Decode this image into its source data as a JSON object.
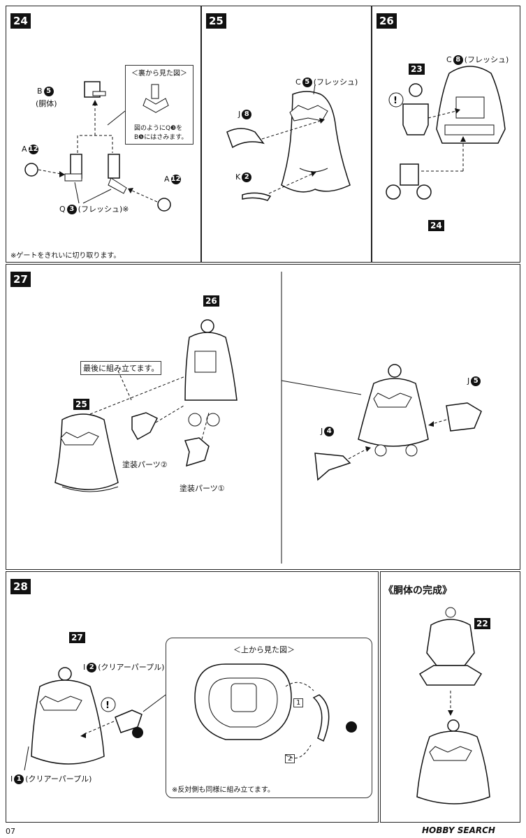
{
  "steps": {
    "s24": {
      "num": "24",
      "part_b": "B",
      "part_b_no": "5",
      "part_b_note": "(胴体)",
      "part_a1": "A",
      "part_a1_no": "12",
      "part_a2": "A",
      "part_a2_no": "12",
      "part_q": "Q",
      "part_q_no": "3",
      "part_q_note": "(フレッシュ)※",
      "inset_title": "＜裏から見た図＞",
      "inset_line1": "図のようにQ❸を",
      "inset_line2": "B❺にはさみます。",
      "footnote": "※ゲートをきれいに切り取ります。"
    },
    "s25": {
      "num": "25",
      "part_c": "C",
      "part_c_no": "5",
      "part_c_note": "(フレッシュ)",
      "part_j": "J",
      "part_j_no": "8",
      "part_k": "K",
      "part_k_no": "2"
    },
    "s26": {
      "num": "26",
      "part_c": "C",
      "part_c_no": "8",
      "part_c_note": "(フレッシュ)",
      "ref_23": "23",
      "ref_24": "24"
    },
    "s27": {
      "num": "27",
      "ref_26": "26",
      "ref_25": "25",
      "last_note": "最後に組み立てます。",
      "paint1": "塗装パーツ①",
      "paint2": "塗装パーツ②",
      "part_j5": "J",
      "part_j5_no": "5",
      "part_j4": "J",
      "part_j4_no": "4"
    },
    "s28": {
      "num": "28",
      "ref_27": "27",
      "part_i2": "I",
      "part_i2_no": "2",
      "part_i2_note": "(クリアーパープル)",
      "part_i1": "I",
      "part_i1_no": "1",
      "part_i1_note": "(クリアーパープル)",
      "top_view": "＜上から見た図＞",
      "num1": "1",
      "num2": "2",
      "note": "※反対側も同様に組み立てます。"
    },
    "done": {
      "title": "《胴体の完成》",
      "ref_22": "22"
    }
  },
  "page_number": "07",
  "watermark": "HOBBY SEARCH"
}
